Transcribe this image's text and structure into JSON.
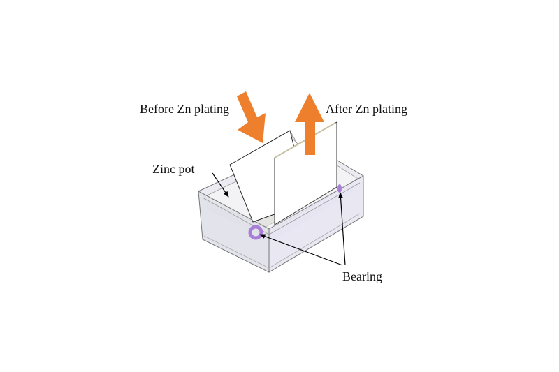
{
  "labels": {
    "before": "Before Zn plating",
    "after": "After Zn plating",
    "zinc_pot": "Zinc pot",
    "bearing": "Bearing"
  },
  "colors": {
    "arrow": "#ee7f2d",
    "bearing": "#a77fd6",
    "pot": "#e6e6ee"
  }
}
